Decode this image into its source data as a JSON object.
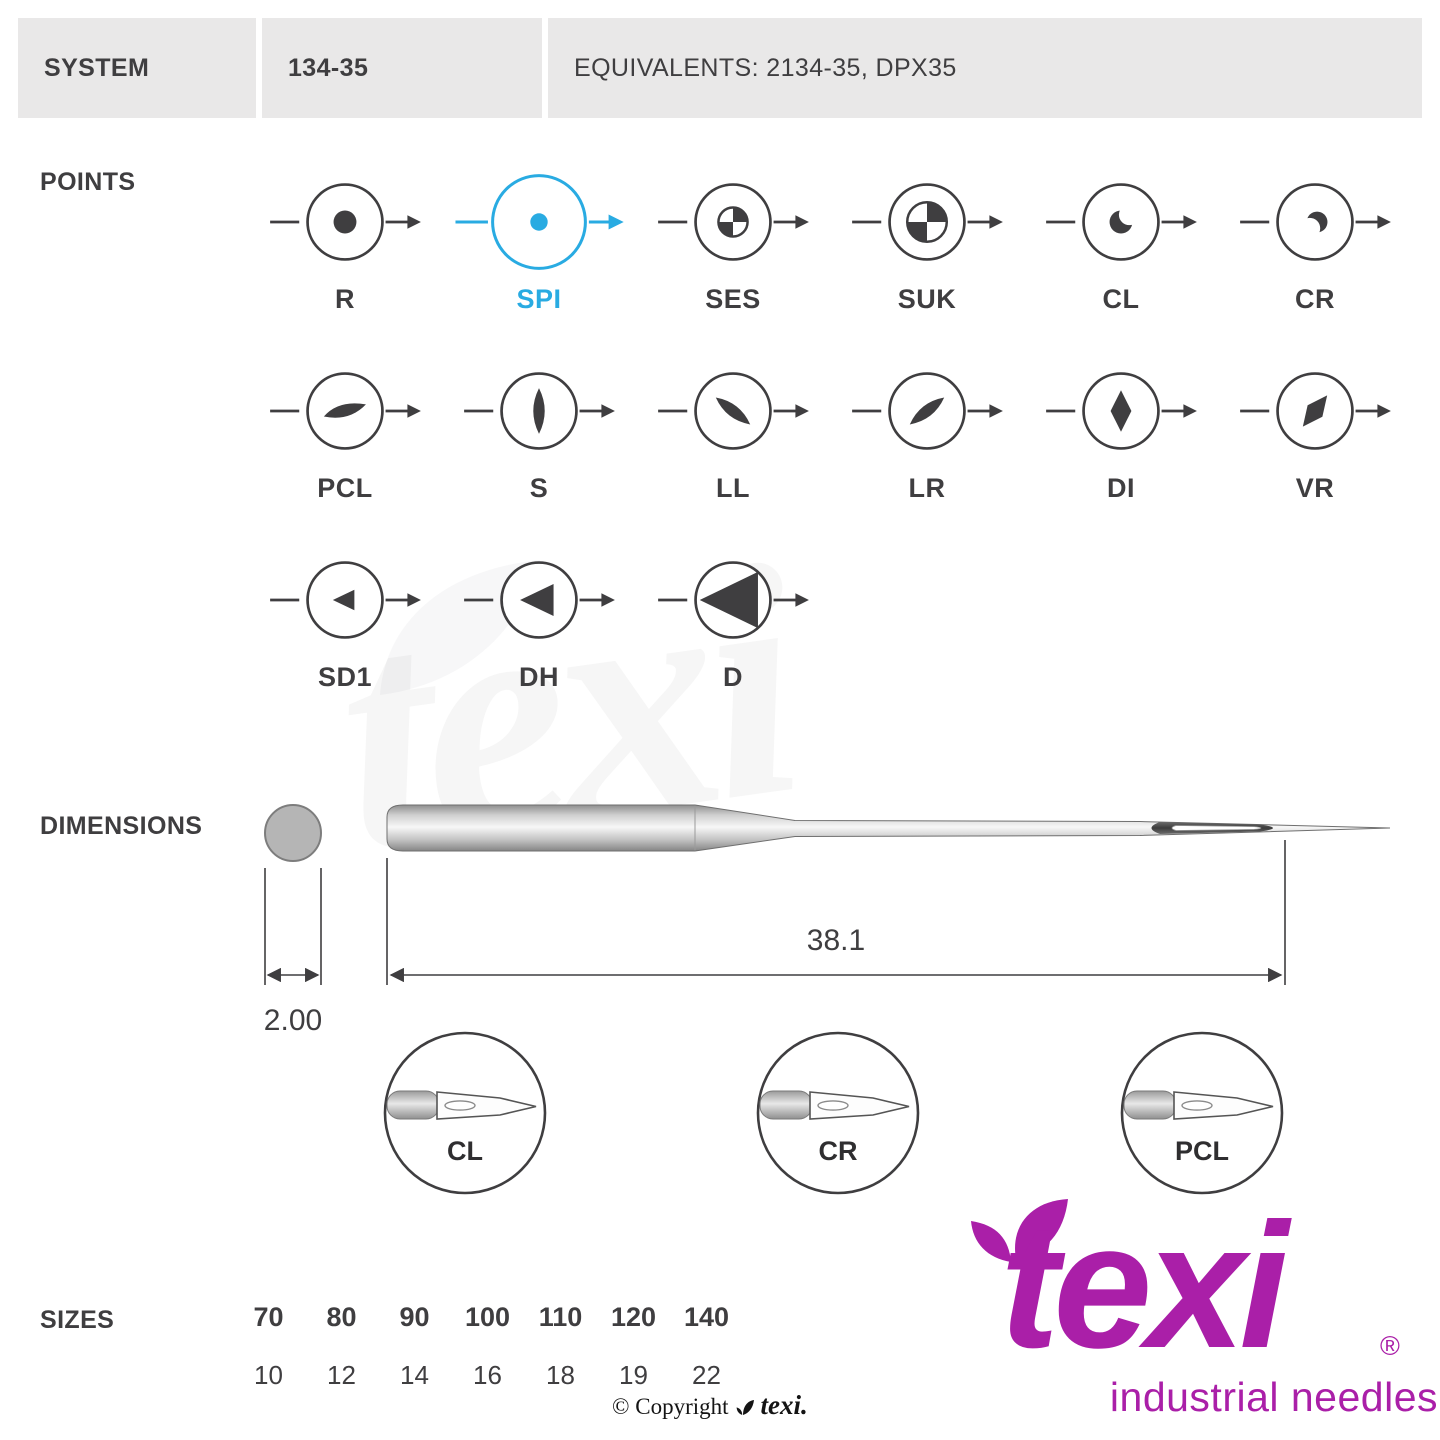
{
  "colors": {
    "accent": "#29abe2",
    "ink": "#3f3e40",
    "header_bg": "#e9e8e8",
    "logo": "#aa1fa8"
  },
  "header": {
    "system_label": "SYSTEM",
    "system_value": "134-35",
    "equivalents": "EQUIVALENTS: 2134-35, DPX35"
  },
  "points": {
    "label": "POINTS",
    "rows": [
      [
        {
          "code": "R",
          "glyph": "dot"
        },
        {
          "code": "SPI",
          "glyph": "dot-small",
          "highlight": true
        },
        {
          "code": "SES",
          "glyph": "quad-small"
        },
        {
          "code": "SUK",
          "glyph": "quad-large"
        },
        {
          "code": "CL",
          "glyph": "crescent-left"
        },
        {
          "code": "CR",
          "glyph": "crescent-right"
        }
      ],
      [
        {
          "code": "PCL",
          "glyph": "lens-h"
        },
        {
          "code": "S",
          "glyph": "lens-v"
        },
        {
          "code": "LL",
          "glyph": "lens-ll"
        },
        {
          "code": "LR",
          "glyph": "lens-lr"
        },
        {
          "code": "DI",
          "glyph": "diamond"
        },
        {
          "code": "VR",
          "glyph": "diamond-tilt"
        }
      ],
      [
        {
          "code": "SD1",
          "glyph": "tri-small"
        },
        {
          "code": "DH",
          "glyph": "tri-med"
        },
        {
          "code": "D",
          "glyph": "tri-large"
        }
      ]
    ]
  },
  "dimensions": {
    "label": "DIMENSIONS",
    "diameter": "2.00",
    "length": "38.1",
    "details": [
      "CL",
      "CR",
      "PCL"
    ]
  },
  "sizes": {
    "label": "SIZES",
    "metric": [
      "70",
      "80",
      "90",
      "100",
      "110",
      "120",
      "140"
    ],
    "singer": [
      "10",
      "12",
      "14",
      "16",
      "18",
      "19",
      "22"
    ]
  },
  "footer": {
    "copyright": "© Copyright",
    "brand": "texi.",
    "watermark": "texi"
  },
  "logo": {
    "text": "texi",
    "reg": "®",
    "subtitle": "industrial needles"
  }
}
